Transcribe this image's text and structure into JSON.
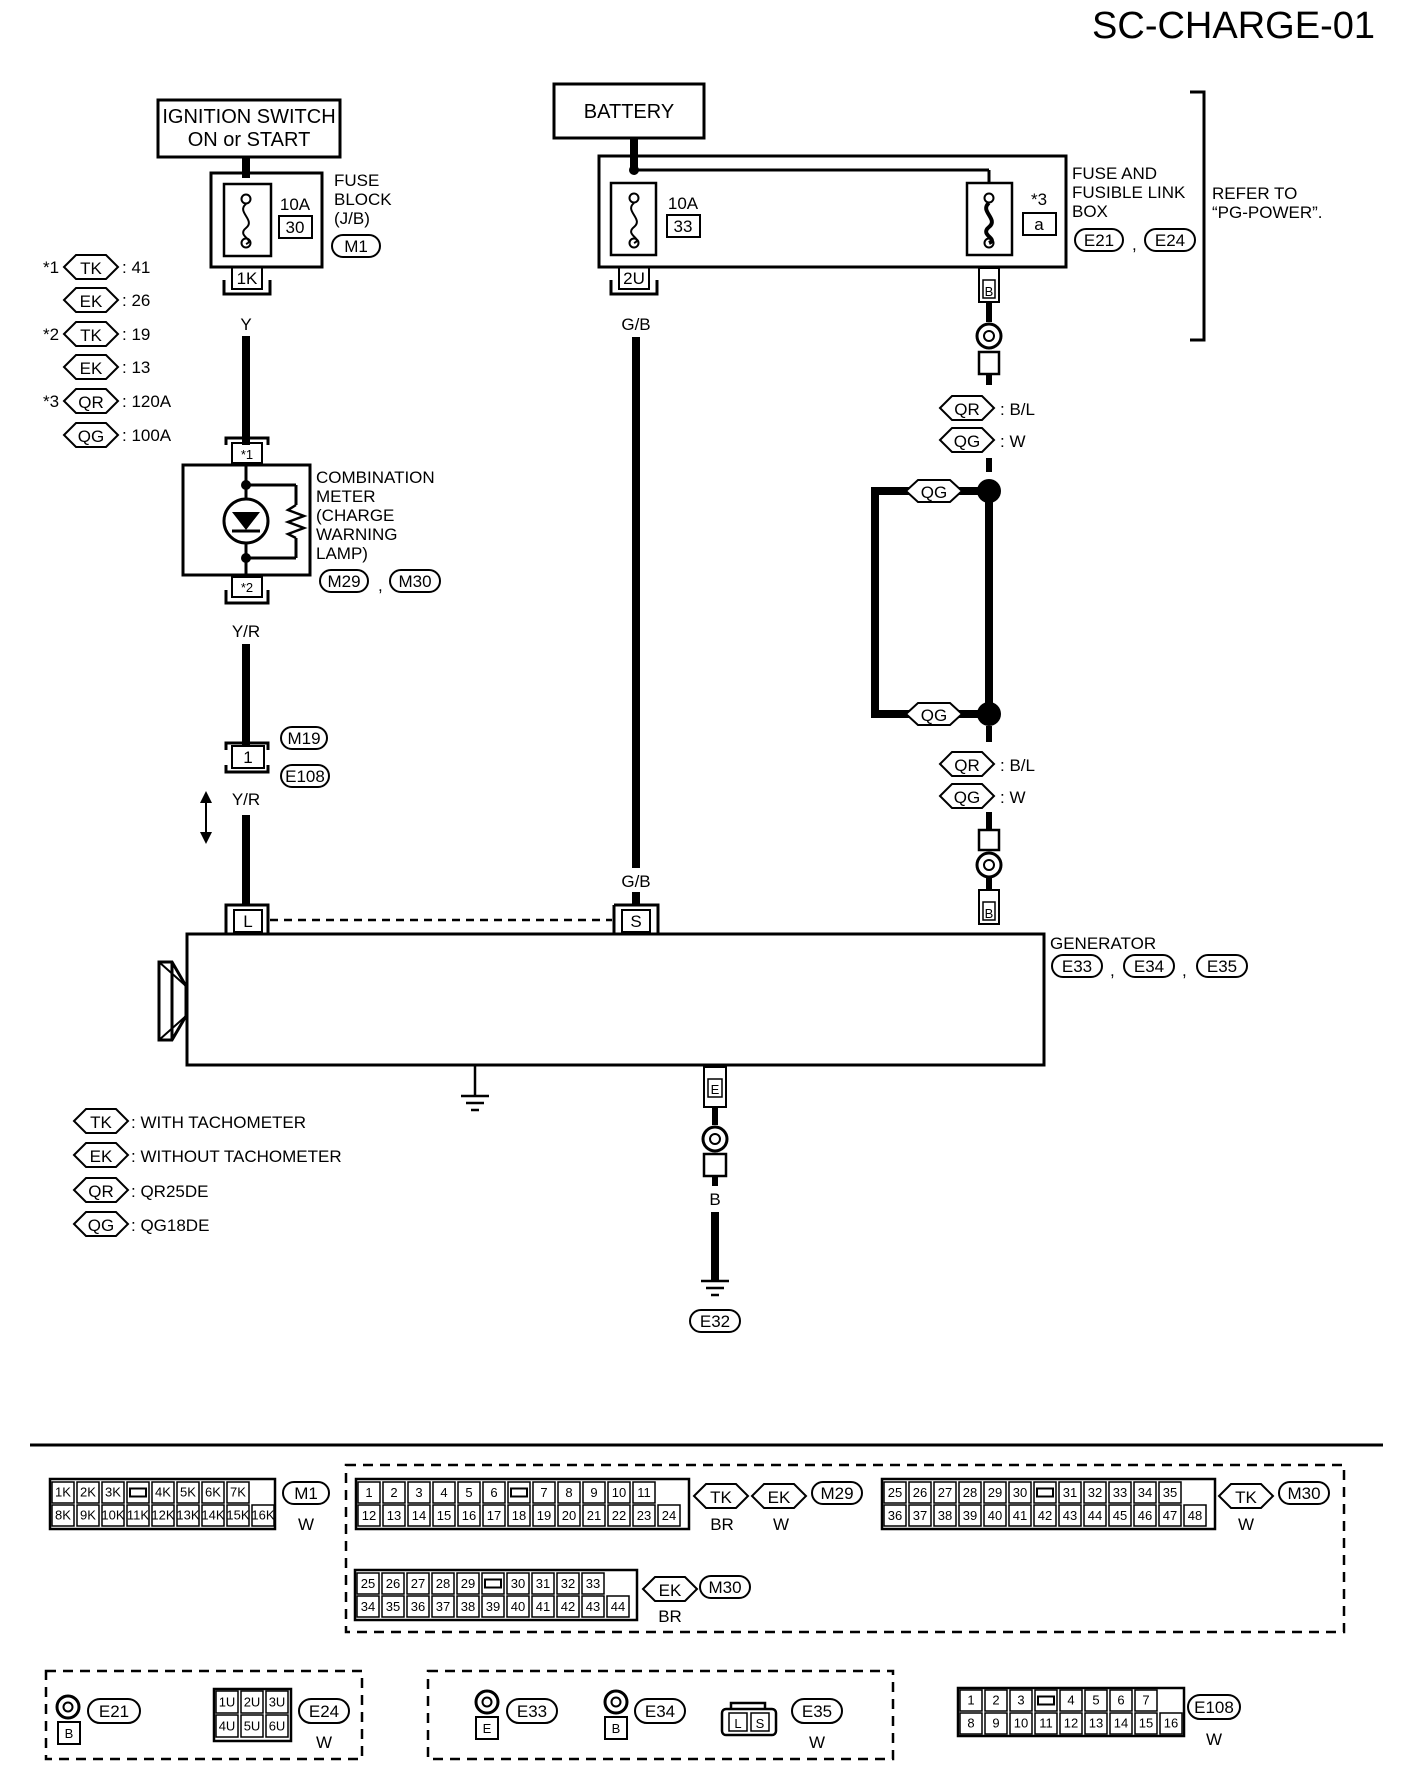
{
  "page_id": "SC-CHARGE-01",
  "ignition": {
    "line1": "IGNITION SWITCH",
    "line2": "ON or START"
  },
  "battery": {
    "label": "BATTERY"
  },
  "fuse_block": {
    "label1": "FUSE",
    "label2": "BLOCK",
    "label3": "(J/B)",
    "connector": "M1",
    "amp": "10A",
    "number": "30",
    "terminal": "1K",
    "wire": "Y"
  },
  "fusible_box": {
    "label1": "FUSE AND",
    "label2": "FUSIBLE LINK",
    "label3": "BOX",
    "conn1": "E21",
    "conn2": "E24",
    "refer1": "REFER TO",
    "refer2": "“PG-POWER”.",
    "fuse_amp": "10A",
    "fuse_number": "33",
    "fuse_terminal": "2U",
    "fuse_wire": "G/B",
    "link_note": "*3",
    "link_id": "a",
    "link_terminal": "B"
  },
  "notes": [
    {
      "star": "*1",
      "tag": "TK",
      "value": ": 41"
    },
    {
      "star": "",
      "tag": "EK",
      "value": ": 26"
    },
    {
      "star": "*2",
      "tag": "TK",
      "value": ": 19"
    },
    {
      "star": "",
      "tag": "EK",
      "value": ": 13"
    },
    {
      "star": "*3",
      "tag": "QR",
      "value": ": 120A"
    },
    {
      "star": "",
      "tag": "QG",
      "value": ": 100A"
    }
  ],
  "meter": {
    "l1": "COMBINATION",
    "l2": "METER",
    "l3": "(CHARGE",
    "l4": "WARNING",
    "l5": "LAMP)",
    "conn1": "M29",
    "conn2": "M30",
    "pin_top": "*1",
    "pin_bottom": "*2",
    "wire": "Y/R"
  },
  "joint": {
    "pin": "1",
    "conn1": "M19",
    "conn2": "E108",
    "wire": "Y/R"
  },
  "right_branch": {
    "tag_qr": "QR",
    "wire_qr": ": B/L",
    "tag_qg": "QG",
    "wire_qg": ":  W",
    "tag_qr2": "QR",
    "wire_qr2": ": B/L",
    "tag_qg2": "QG",
    "wire_qg2": ":  W",
    "jumper_top": "QG",
    "jumper_bottom": "QG",
    "terminal": "B"
  },
  "generator": {
    "label": "GENERATOR",
    "conn1": "E33",
    "conn2": "E34",
    "conn3": "E35",
    "pin_l": "L",
    "pin_s": "S",
    "s_wire": "G/B",
    "ground_terminal": "E",
    "ground_wire": "B",
    "ground_conn": "E32"
  },
  "legend": [
    {
      "tag": "TK",
      "text": ": WITH TACHOMETER"
    },
    {
      "tag": "EK",
      "text": ": WITHOUT TACHOMETER"
    },
    {
      "tag": "QR",
      "text": ": QR25DE"
    },
    {
      "tag": "QG",
      "text": ": QG18DE"
    }
  ],
  "connectors": {
    "m1": {
      "top": [
        "1K",
        "2K",
        "3K",
        "",
        "4K",
        "5K",
        "6K",
        "7K"
      ],
      "bottom": [
        "8K",
        "9K",
        "10K",
        "11K",
        "12K",
        "13K",
        "14K",
        "15K",
        "16K"
      ],
      "id": "M1",
      "color": "W"
    },
    "m29_tk": {
      "top": [
        "1",
        "2",
        "3",
        "4",
        "5",
        "6",
        "",
        "7",
        "8",
        "9",
        "10",
        "11"
      ],
      "bottom": [
        "12",
        "13",
        "14",
        "15",
        "16",
        "17",
        "18",
        "19",
        "20",
        "21",
        "22",
        "23",
        "24"
      ],
      "tag": "TK",
      "tag_color": "BR",
      "tag2": "EK",
      "tag2_color": "W",
      "id": "M29"
    },
    "m30_tk": {
      "top": [
        "25",
        "26",
        "27",
        "28",
        "29",
        "30",
        "",
        "31",
        "32",
        "33",
        "34",
        "35"
      ],
      "bottom": [
        "36",
        "37",
        "38",
        "39",
        "40",
        "41",
        "42",
        "43",
        "44",
        "45",
        "46",
        "47",
        "48"
      ],
      "tag": "TK",
      "color": "W",
      "id": "M30"
    },
    "m30_ek": {
      "top": [
        "25",
        "26",
        "27",
        "28",
        "29",
        "",
        "30",
        "31",
        "32",
        "33"
      ],
      "bottom": [
        "34",
        "35",
        "36",
        "37",
        "38",
        "39",
        "40",
        "41",
        "42",
        "43",
        "44"
      ],
      "tag": "EK",
      "color": "BR",
      "id": "M30"
    },
    "e21": {
      "id": "E21",
      "terminal": "B"
    },
    "e24": {
      "top": [
        "1U",
        "2U",
        "3U"
      ],
      "bottom": [
        "4U",
        "5U",
        "6U"
      ],
      "id": "E24",
      "color": "W"
    },
    "e33": {
      "id": "E33",
      "terminal": "E"
    },
    "e34": {
      "id": "E34",
      "terminal": "B"
    },
    "e35": {
      "pins": [
        "L",
        "S"
      ],
      "id": "E35",
      "color": "W"
    },
    "e108": {
      "top": [
        "1",
        "2",
        "3",
        "",
        "4",
        "5",
        "6",
        "7"
      ],
      "bottom": [
        "8",
        "9",
        "10",
        "11",
        "12",
        "13",
        "14",
        "15",
        "16"
      ],
      "id": "E108",
      "color": "W"
    }
  }
}
